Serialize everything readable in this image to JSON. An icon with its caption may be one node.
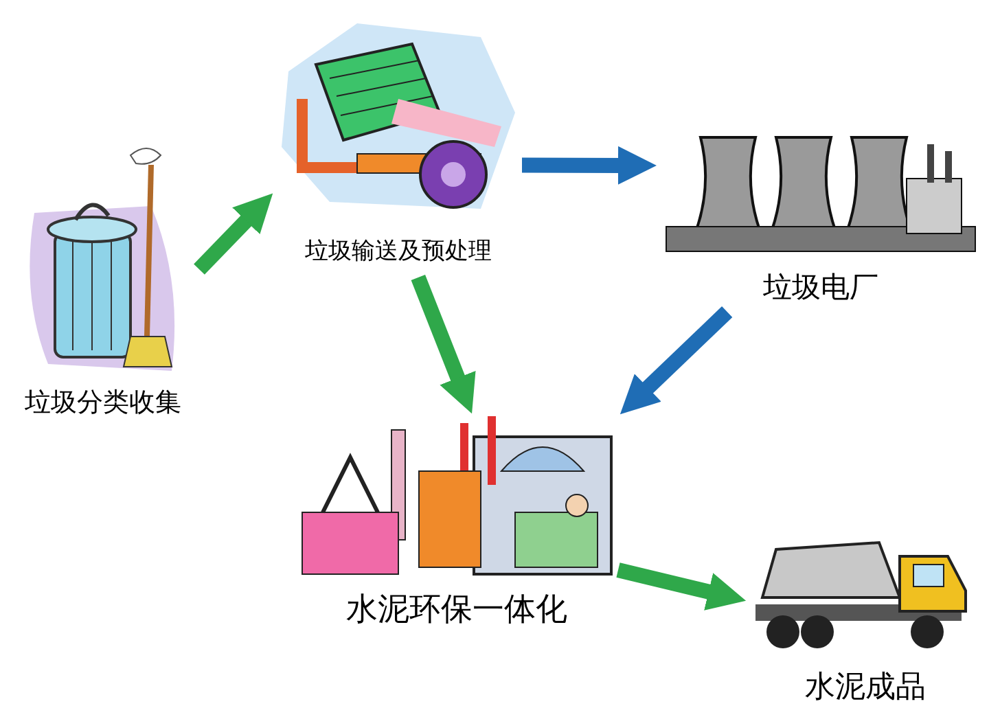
{
  "diagram": {
    "nodes": [
      {
        "text": [
          "垃圾分类收集"
        ]
      },
      {
        "text": [
          "垃圾输送及预处理"
        ]
      },
      {
        "text": [
          "垃圾电厂"
        ]
      },
      {
        "text": [
          "水泥环保一体化"
        ]
      },
      {
        "text": [
          "水泥成品"
        ]
      }
    ],
    "edges": [
      {
        "from": 0,
        "to": 1,
        "arrow": "to",
        "color": "#2fa84a"
      },
      {
        "from": 1,
        "to": 2,
        "arrow": "to",
        "color": "#1f6db5"
      },
      {
        "from": 1,
        "to": 3,
        "arrow": "to",
        "color": "#2fa84a"
      },
      {
        "from": 2,
        "to": 3,
        "arrow": "to",
        "color": "#1f6db5"
      },
      {
        "from": 3,
        "to": 4,
        "arrow": "to",
        "color": "#2fa84a"
      }
    ]
  }
}
